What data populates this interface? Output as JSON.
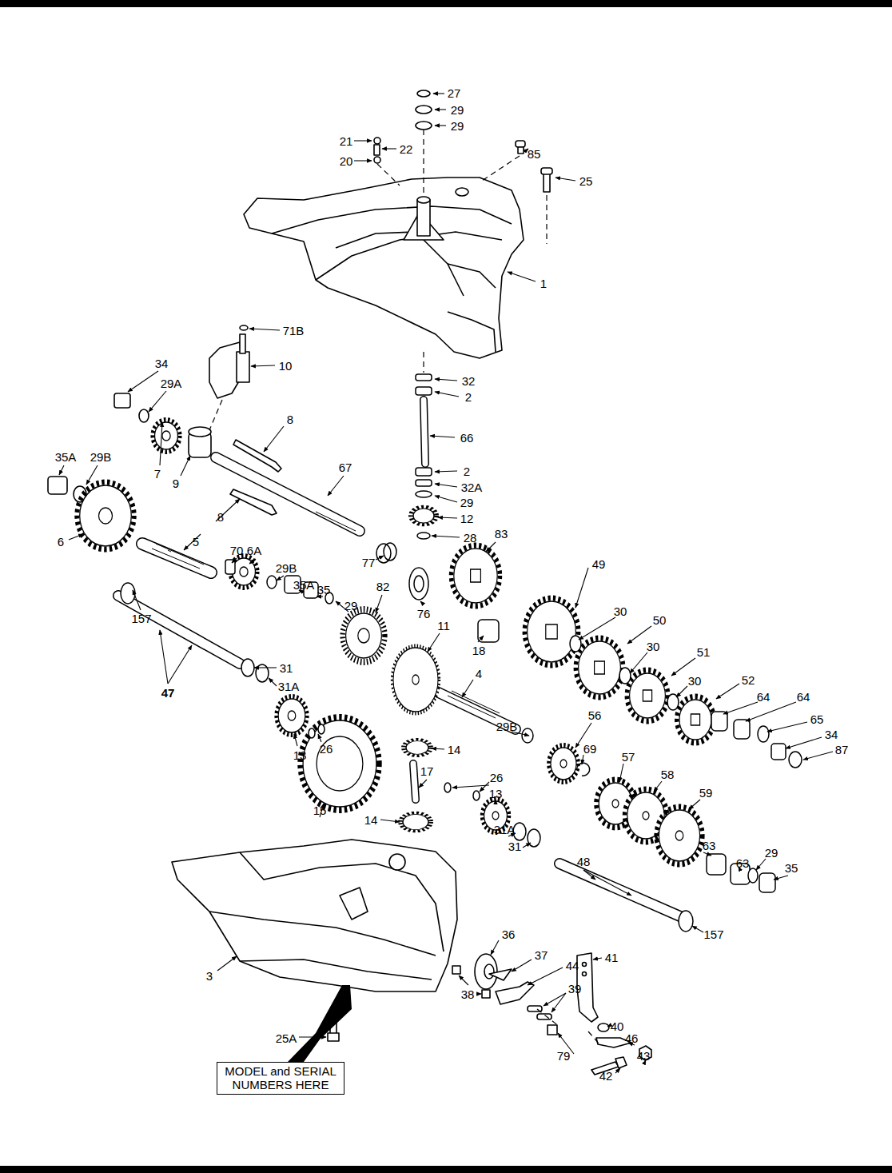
{
  "diagram": {
    "nodes": [
      {
        "text": [
          "MODEL and SERIAL NUMBERS HERE"
        ]
      }
    ],
    "labels": [
      "27",
      "29",
      "29",
      "21",
      "22",
      "20",
      "85",
      "25",
      "1",
      "71B",
      "10",
      "34",
      "29A",
      "32",
      "2",
      "8",
      "35A",
      "29B",
      "7",
      "66",
      "67",
      "9",
      "2",
      "32A",
      "29",
      "12",
      "5",
      "8",
      "83",
      "28",
      "6",
      "70",
      "6A",
      "77",
      "49",
      "29B",
      "35A",
      "82",
      "35",
      "157",
      "29",
      "30",
      "76",
      "50",
      "11",
      "30",
      "18",
      "51",
      "31",
      "4",
      "52",
      "30",
      "31A",
      "47",
      "64",
      "64",
      "56",
      "65",
      "29B",
      "34",
      "87",
      "26",
      "14",
      "69",
      "13",
      "57",
      "17",
      "58",
      "26",
      "13",
      "59",
      "15",
      "14",
      "31A",
      "29",
      "63",
      "31",
      "48",
      "63",
      "35",
      "157",
      "36",
      "41",
      "37",
      "44",
      "3",
      "39",
      "38",
      "40",
      "46",
      "25A",
      "43",
      "79",
      "42"
    ]
  }
}
